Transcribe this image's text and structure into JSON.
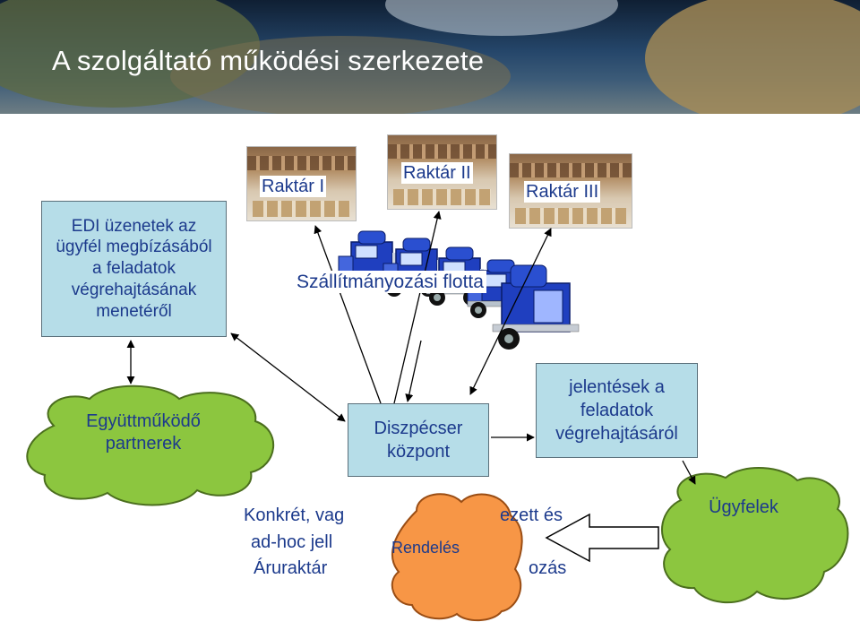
{
  "title": "A szolgáltató működési szerkezete",
  "edi_box": {
    "lines": [
      "EDI üzenetek az",
      "ügyfél megbízásából",
      "a feladatok",
      "végrehajtásának",
      "menetéről"
    ]
  },
  "warehouses": [
    "Raktár I",
    "Raktár II",
    "Raktár III"
  ],
  "fleet_label": "Szállítmányozási flotta",
  "partners_cloud": {
    "lines": [
      "Együttműködő",
      "partnerek"
    ]
  },
  "dispatcher_box": {
    "lines": [
      "Diszpécser",
      "központ"
    ]
  },
  "reports_box": {
    "lines": [
      "jelentések a",
      "feladatok",
      "végrehajtásáról"
    ]
  },
  "customers_cloud": "Ügyfelek",
  "order_cloud": "Rendelés",
  "order_text": {
    "lines": [
      "Konkrét, vag",
      "ezett és",
      "ad-hoc jell",
      "Áruraktár",
      "ozás"
    ]
  },
  "colors": {
    "box_fill": "#b6dde8",
    "text": "#1c3a8c",
    "green_cloud": "#8cc63f",
    "orange_cloud": "#f79646",
    "truck_blue": "#1f3fbf"
  },
  "icons": [
    "truck-icon",
    "warehouse-photo",
    "cloud-shape",
    "double-arrow"
  ]
}
